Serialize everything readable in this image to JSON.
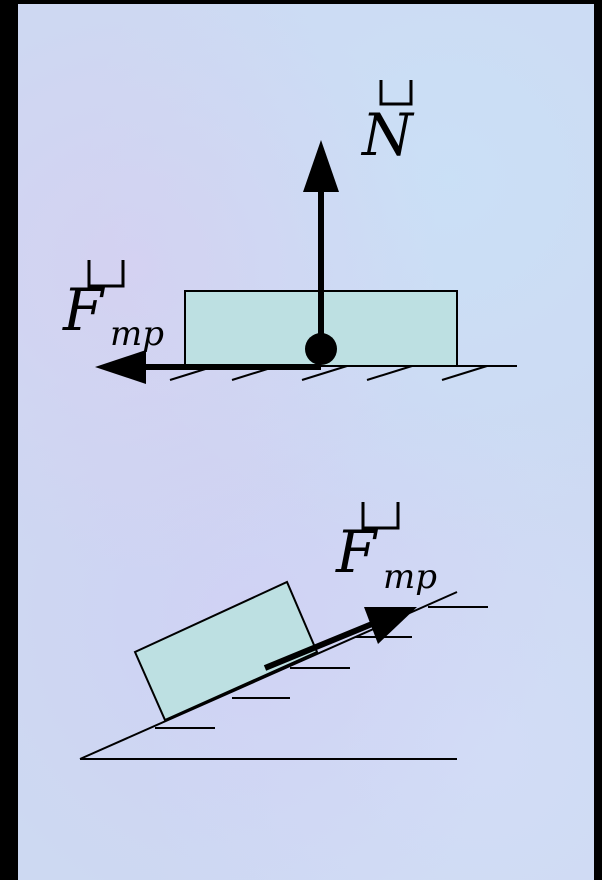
{
  "top_diagram": {
    "normal_force": {
      "symbol": "N"
    },
    "friction_force": {
      "symbol": "F",
      "subscript": "mp"
    }
  },
  "bottom_diagram": {
    "friction_force": {
      "symbol": "F",
      "subscript": "mp"
    }
  },
  "colors": {
    "block_fill": "#bde0e2",
    "background": "#cdd9f2",
    "ink": "#000000"
  }
}
